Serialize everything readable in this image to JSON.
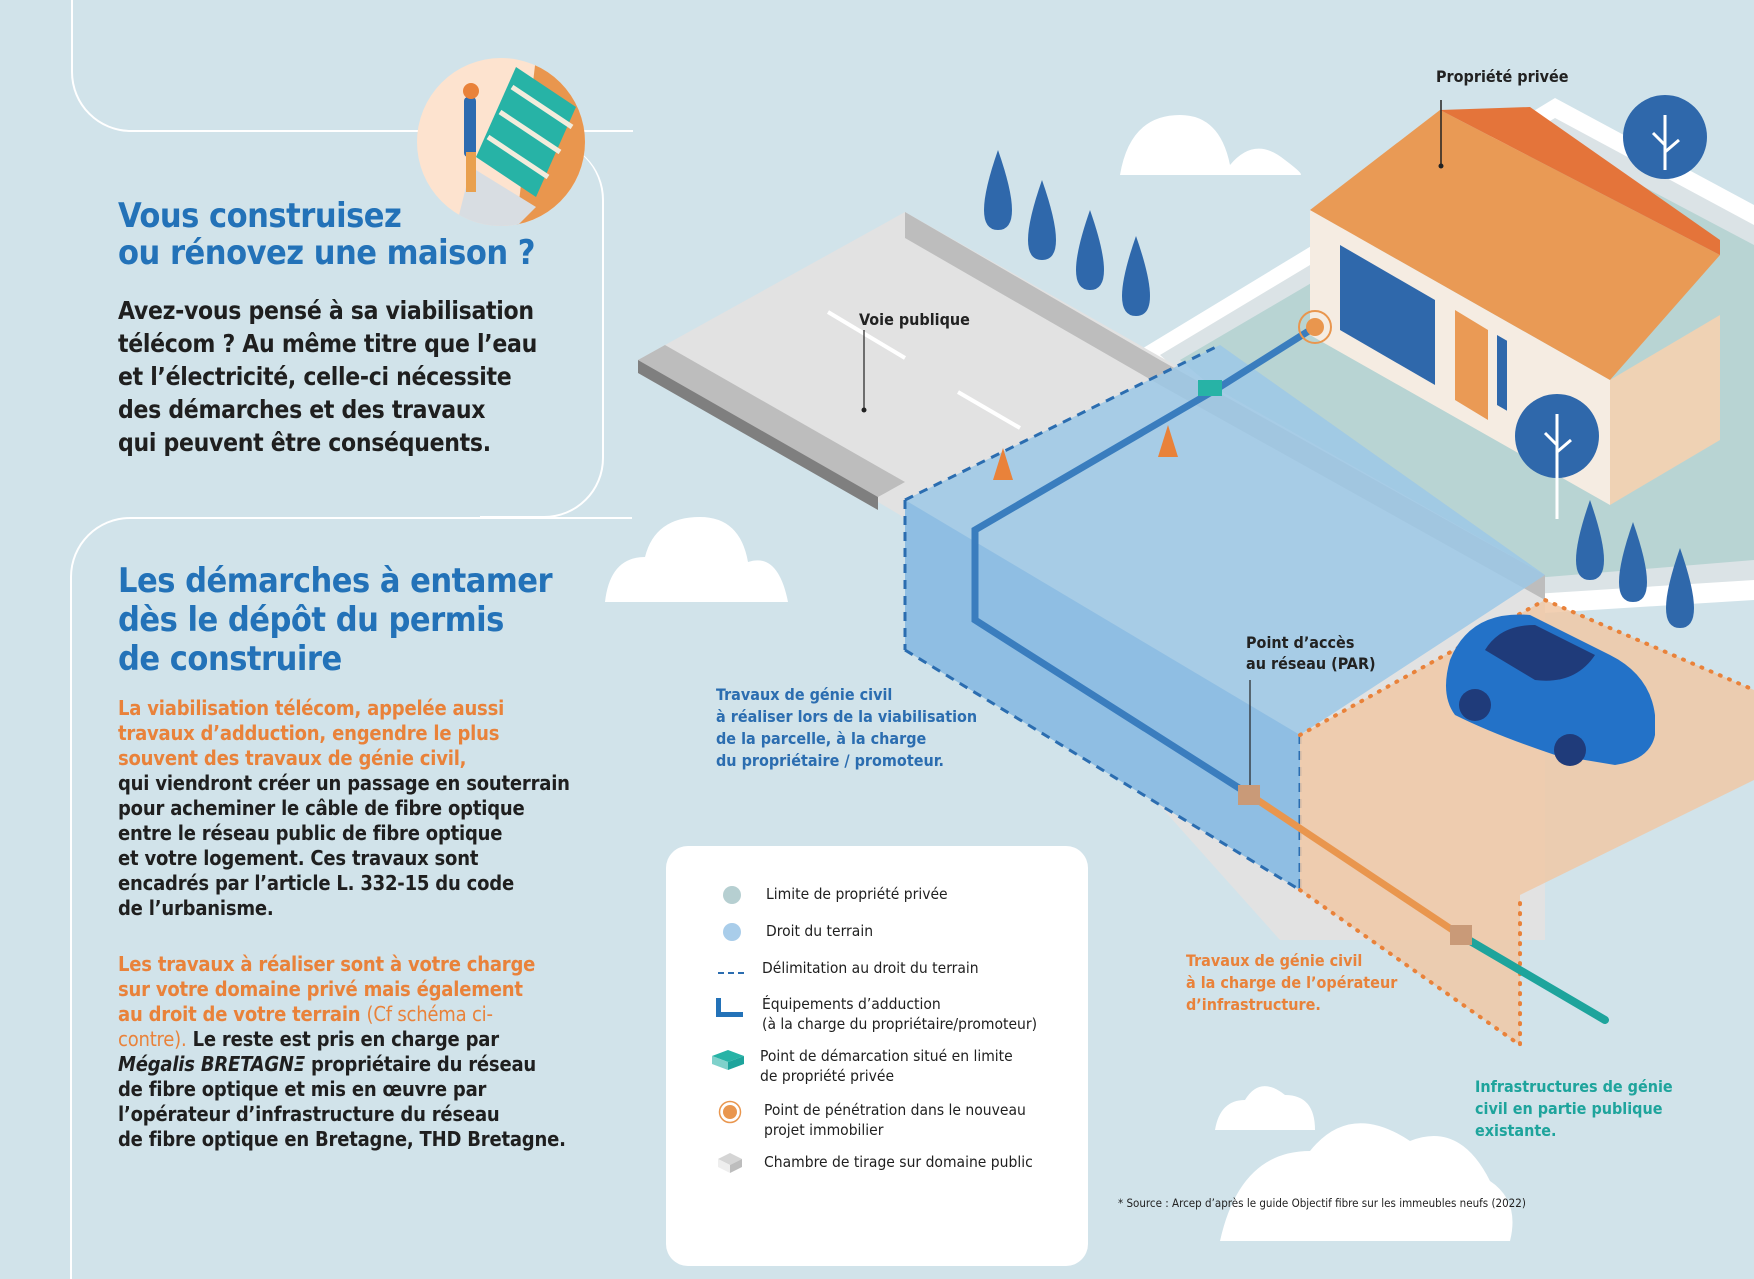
{
  "intro": {
    "title_lines": [
      "Vous construisez",
      "ou rénovez une maison ?"
    ],
    "lead_lines": [
      "Avez-vous pensé à sa viabilisation",
      "télécom ? Au même titre que l’eau",
      "et l’électricité, celle-ci nécessite",
      "des démarches et des travaux",
      "qui peuvent être conséquents."
    ]
  },
  "steps": {
    "title_lines": [
      "Les démarches à entamer",
      "dès le dépôt du permis",
      "de construire"
    ],
    "para1_orange_lines": [
      "La viabilisation télécom, appelée aussi",
      "travaux d’adduction, engendre le plus",
      "souvent des travaux de génie civil,"
    ],
    "para1_dark_lines": [
      "qui viendront créer un passage en souterrain",
      "pour acheminer le câble de fibre optique",
      "entre le réseau public de fibre optique",
      "et votre logement. Ces travaux sont",
      "encadrés par l’article L. 332-15 du code",
      "de l’urbanisme."
    ],
    "para2_orange_lines": [
      "Les travaux à réaliser sont à votre charge",
      "sur votre domaine privé mais également",
      "au droit de votre terrain"
    ],
    "para2_ref_line1": "(Cf schéma ci-",
    "para2_ref_line2": "contre).",
    "para2_dark_after_ref": "Le reste est pris en charge par",
    "para2_brand": "Mégalis BRETAGNΞ",
    "para2_dark_after_brand": "propriétaire du réseau",
    "para2_dark_lines": [
      "de fibre optique et mis en œuvre par",
      "l’opérateur d’infrastructure du réseau",
      "de fibre optique en Bretagne, THD Bretagne."
    ]
  },
  "diagram": {
    "labels": {
      "private_property": "Propriété privée",
      "public_road": "Voie publique",
      "par_line1": "Point d’accès",
      "par_line2": "au réseau (PAR)"
    },
    "annotations": {
      "owner_works": [
        "Travaux de génie civil",
        "à réaliser lors de la viabilisation",
        "de la parcelle, à la charge",
        "du propriétaire / promoteur."
      ],
      "operator_works": [
        "Travaux de génie civil",
        "à la charge de l’opérateur",
        "d’infrastructure."
      ],
      "public_infra": [
        "Infrastructures de génie",
        "civil en partie publique",
        "existante."
      ]
    },
    "colors": {
      "background": "#d1e3ea",
      "title_blue": "#2372b8",
      "accent_orange": "#e9823a",
      "teal": "#1ea49c",
      "road": "#e2e2e2",
      "owner_zone": "#9cc8e6",
      "operator_zone": "#f0c8a6"
    }
  },
  "legend": {
    "items": [
      {
        "icon": "grey-green-dot-icon",
        "lines": [
          "Limite de propriété privée"
        ]
      },
      {
        "icon": "light-blue-dot-icon",
        "lines": [
          "Droit du terrain"
        ]
      },
      {
        "icon": "dashed-line-icon",
        "lines": [
          "Délimitation au droit du terrain"
        ]
      },
      {
        "icon": "l-shape-adduction-icon",
        "lines": [
          "Équipements d’adduction",
          "(à la charge du propriétaire/promoteur)"
        ]
      },
      {
        "icon": "teal-box-icon",
        "lines": [
          "Point de démarcation situé en limite",
          "de propriété privée"
        ]
      },
      {
        "icon": "orange-target-icon",
        "lines": [
          "Point de pénétration dans le nouveau",
          "projet immobilier"
        ]
      },
      {
        "icon": "grey-box-icon",
        "lines": [
          "Chambre de tirage sur domaine public"
        ]
      }
    ]
  },
  "source": "* Source : Arcep d’après le guide Objectif fibre sur les immeubles neufs (2022)"
}
